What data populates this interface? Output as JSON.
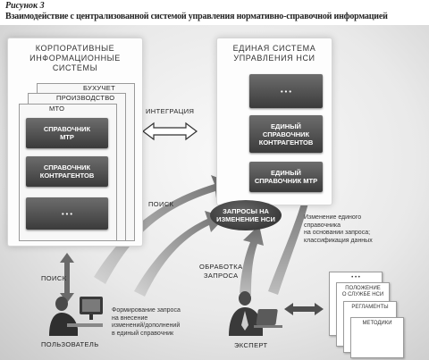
{
  "figure_number": "Рисунок 3",
  "figure_title": "Взаимодействие с централизованной системой управления нормативно-справочной информацией",
  "left_panel": {
    "title_lines": [
      "КОРПОРАТИВНЫЕ",
      "ИНФОРМАЦИОННЫЕ",
      "СИСТЕМЫ"
    ],
    "layers": [
      "БУХУЧЕТ",
      "ПРОИЗВОДСТВО",
      "МТО"
    ],
    "modules": [
      {
        "lines": [
          "СПРАВОЧНИК",
          "МТР"
        ]
      },
      {
        "lines": [
          "СПРАВОЧНИК",
          "КОНТРАГЕНТОВ"
        ]
      },
      {
        "lines": [
          "• • •"
        ]
      }
    ]
  },
  "right_panel": {
    "title_lines": [
      "ЕДИНАЯ СИСТЕМА",
      "УПРАВЛЕНИЯ НСИ"
    ],
    "modules": [
      {
        "lines": [
          "• • •"
        ]
      },
      {
        "lines": [
          "ЕДИНЫЙ",
          "СПРАВОЧНИК",
          "КОНТРАГЕНТОВ"
        ]
      },
      {
        "lines": [
          "ЕДИНЫЙ",
          "СПРАВОЧНИК МТР"
        ]
      }
    ]
  },
  "requests": {
    "lines": [
      "ЗАПРОСЫ НА",
      "ИЗМЕНЕНИЕ НСИ"
    ]
  },
  "labels": {
    "integration": "ИНТЕГРАЦИЯ",
    "search_center": "ПОИСК",
    "search_left": "ПОИСК",
    "processing": [
      "ОБРАБОТКА",
      "ЗАПРОСА"
    ],
    "user": "ПОЛЬЗОВАТЕЛЬ",
    "expert": "ЭКСПЕРТ"
  },
  "notes": {
    "user_request": [
      "Формирование запроса",
      "на внесение",
      "изменений/дополнений",
      "в единый справочник"
    ],
    "expert_change": [
      "Изменение единого",
      "справочника",
      "на основании запроса;",
      "классификация данных"
    ]
  },
  "documents": [
    {
      "lines": [
        "• • •"
      ]
    },
    {
      "lines": [
        "ПОЛОЖЕНИЕ",
        "О СЛУЖБЕ НСИ"
      ]
    },
    {
      "lines": [
        "РЕГЛАМЕНТЫ"
      ]
    },
    {
      "lines": [
        "МЕТОДИКИ"
      ]
    }
  ]
}
